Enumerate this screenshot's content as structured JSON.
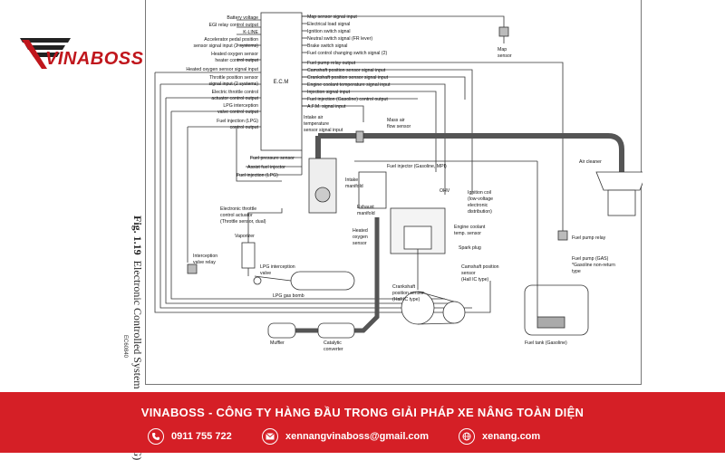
{
  "brand": {
    "name": "VINABOSS",
    "color": "#c0161c"
  },
  "figure": {
    "caption_number": "Fig. 1.19",
    "caption_text": "Electronic Controlled System Diagram (LPG)",
    "code": "EC60840",
    "ecm_label": "E.C.M",
    "left_signals": [
      "Battery voltage",
      "EGI relay control output",
      "K-LINE",
      "Accelerator pedal position",
      "sensor signal input (2 systems)",
      "Heated oxygen sensor",
      "heater control output",
      "Heated oxygen sensor signal input",
      "Throttle position sensor",
      "signal input (2 systems)",
      "Electric throttle control",
      "actuator control output",
      "LPG interception",
      "valve control output",
      "Fuel injection (LPG)",
      "control output"
    ],
    "right_signals": [
      "Map sensor signal input",
      "Electrical load signal",
      "Ignition switch signal",
      "Neutral switch signal (FR lever)",
      "Brake switch signal",
      "Fuel control changing switch signal (2)",
      "Fuel pump relay output",
      "Camshaft position sensor signal input",
      "Crankshaft position sensor signal input",
      "Engine coolant temperature signal input",
      "Injection signal input",
      "Fuel injection (Gasoline) control output",
      "A.F.M. signal input"
    ],
    "bottom_ecm_signals": [
      "Fuel pressure sensor",
      "Assist fuel injector",
      "Fuel injection (LPG)"
    ],
    "components": {
      "map_sensor_1": "Map",
      "map_sensor_2": "sensor",
      "intake_temp_1": "Intake air",
      "intake_temp_2": "temperature",
      "intake_temp_3": "sensor signal input",
      "mass_air_1": "Mass air",
      "mass_air_2": "flow sensor",
      "air_cleaner": "Air cleaner",
      "injector_gasoline": "Fuel injector (Gasoline, MPI)",
      "intake_manifold_1": "Intake",
      "intake_manifold_2": "manifold",
      "ohv": "OHV",
      "ignition_coil_1": "Ignition coil",
      "ignition_coil_2": "(low-voltage",
      "ignition_coil_3": "electronic",
      "ignition_coil_4": "distribution)",
      "throttle_actuator_1": "Electronic throttle",
      "throttle_actuator_2": "control actuator",
      "throttle_actuator_3": "(Throttle sensor, dual)",
      "exhaust_manifold_1": "Exhaust",
      "exhaust_manifold_2": "manifold",
      "heated_o2_1": "Heated",
      "heated_o2_2": "oxygen",
      "heated_o2_3": "sensor",
      "coolant_temp_1": "Engine coolant",
      "coolant_temp_2": "temp. sensor",
      "spark_plug": "Spark plug",
      "vaporizer": "Vaporizer",
      "interception_relay_1": "Interception",
      "interception_relay_2": "valve relay",
      "lpg_valve_1": "LPG interception",
      "lpg_valve_2": "valve",
      "lpg_bomb": "LPG gas bomb",
      "camshaft_1": "Camshaft position",
      "camshaft_2": "sensor",
      "camshaft_3": "(Hall IC type)",
      "crankshaft_1": "Crankshaft",
      "crankshaft_2": "position sensor",
      "crankshaft_3": "(Hall IC type)",
      "fuel_pump_relay": "Fuel pump relay",
      "fuel_pump_1": "Fuel pump (GAS)",
      "fuel_pump_2": "*Gasoline non-return",
      "fuel_pump_3": "type",
      "fuel_tank": "Fuel tank (Gasoline)",
      "muffler": "Muffler",
      "catalytic_1": "Catalytic",
      "catalytic_2": "converter"
    }
  },
  "footer": {
    "title": "VINABOSS - CÔNG TY HÀNG ĐẦU TRONG GIẢI PHÁP XE NÂNG TOÀN DIỆN",
    "phone": "0911 755 722",
    "email": "xennangvinaboss@gmail.com",
    "website": "xenang.com",
    "color": "#d51f26"
  }
}
